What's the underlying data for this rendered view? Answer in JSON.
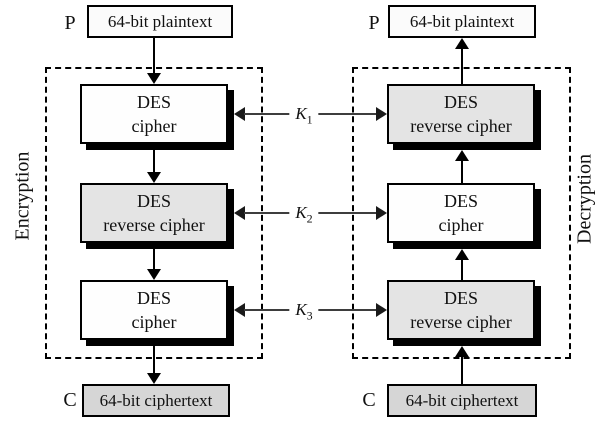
{
  "figure": {
    "left_section": {
      "section_label": "Encryption",
      "input_label": "P",
      "input_box": "64-bit plaintext",
      "stages": [
        {
          "l1": "DES",
          "l2": "cipher"
        },
        {
          "l1": "DES",
          "l2": "reverse cipher"
        },
        {
          "l1": "DES",
          "l2": "cipher"
        }
      ],
      "output_label": "C",
      "output_box": "64-bit ciphertext"
    },
    "right_section": {
      "section_label": "Decryption",
      "input_label": "P",
      "input_box": "64-bit plaintext",
      "stages": [
        {
          "l1": "DES",
          "l2": "reverse cipher"
        },
        {
          "l1": "DES",
          "l2": "cipher"
        },
        {
          "l1": "DES",
          "l2": "reverse cipher"
        }
      ],
      "output_label": "C",
      "output_box": "64-bit ciphertext"
    },
    "keys": [
      {
        "name": "K",
        "sub": "1"
      },
      {
        "name": "K",
        "sub": "2"
      },
      {
        "name": "K",
        "sub": "3"
      }
    ],
    "colors": {
      "shaded_box": "#e4e4e4",
      "io_box": "#d6d6d6",
      "connector": "#3d3d3d",
      "border": "#000000"
    }
  }
}
